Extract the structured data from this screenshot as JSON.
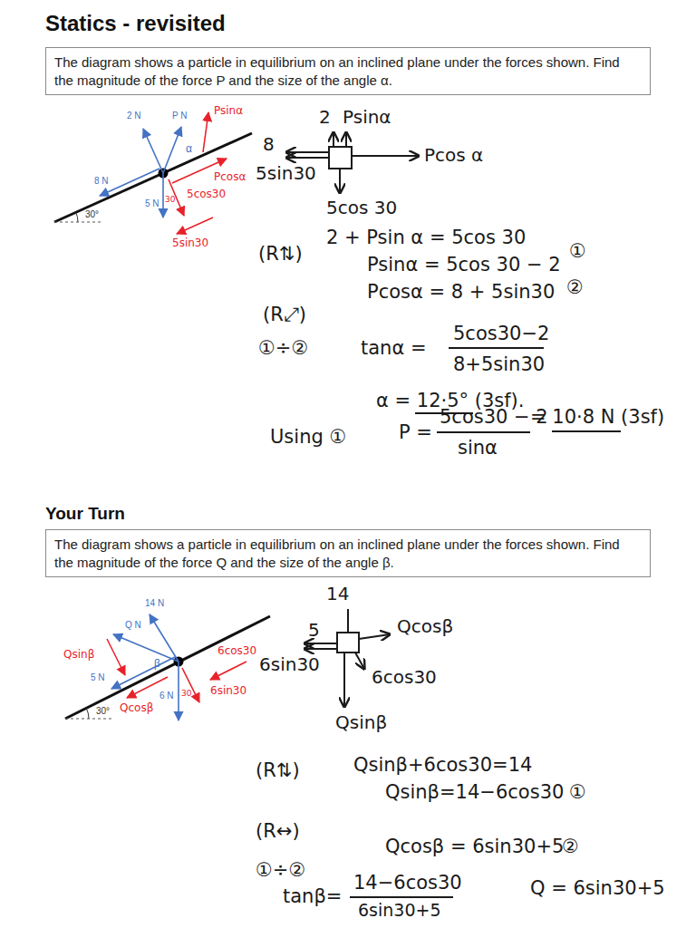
{
  "diagram": {
    "title": "Statics - revisited",
    "nodes": [
      {
        "text": [
          "The diagram shows a particle in equilibrium on an inclined plane under the forces shown. Find the magnitude of the force P and the size of the angle α."
        ]
      },
      {
        "text": [
          "Your Turn",
          "The diagram shows a particle in equilibrium on an inclined plane under the forces shown. Find the magnitude of the force Q and the size of the angle β."
        ]
      }
    ],
    "labels": [
      "2 N",
      "P N",
      "α",
      "8 N",
      "5 N",
      "30°",
      "Psinα",
      "Pcosα",
      "5cos30",
      "30",
      "5sin30",
      "2",
      "Psinα",
      "8",
      "5sin30",
      "Pcos α",
      "5cos 30",
      "(R⇅)",
      "2 + Psin α = 5cos 30",
      "Psinα = 5cos 30 − 2",
      "①",
      "(R⤢)",
      "Pcosα = 8 + 5sin30",
      "②",
      "①÷②",
      "tanα =",
      "5cos30−2",
      "8+5sin30",
      "α = 12·5° (3sf).",
      "Using ①",
      "P =",
      "5cos30 − 2",
      "sinα",
      "= 10·8 N (3sf)",
      "14 N",
      "Q N",
      "β",
      "5 N",
      "6 N",
      "30°",
      "Qsinβ",
      "Qcosβ",
      "6cos30",
      "30",
      "6sin30",
      "14",
      "5",
      "6sin30",
      "Qcosβ",
      "6cos30",
      "Qsinβ",
      "(R⇅)",
      "Qsinβ+6cos30=14",
      "Qsinβ=14−6cos30",
      "①",
      "(R↔)",
      "Qcosβ = 6sin30+5",
      "②",
      "①÷②",
      "tanβ=",
      "14−6cos30",
      "6sin30+5",
      "Q = 6sin30+5"
    ]
  }
}
